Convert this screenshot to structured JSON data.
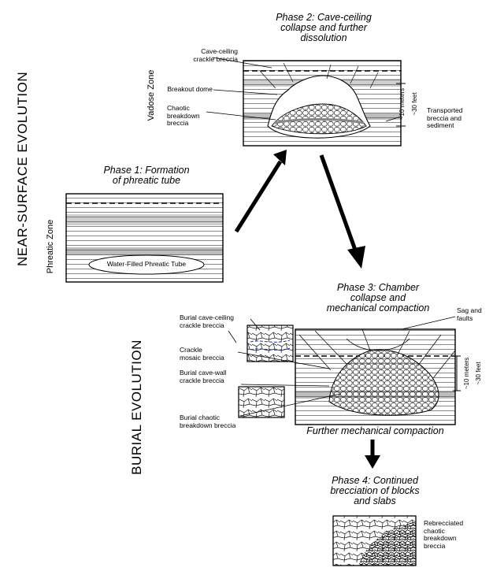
{
  "side_titles": {
    "near_surface": "NEAR-SURFACE EVOLUTION",
    "burial": "BURIAL EVOLUTION"
  },
  "zones": {
    "vadose": "Vadose Zone",
    "phreatic": "Phreatic Zone"
  },
  "phase1": {
    "title": "Phase 1: Formation\nof phreatic tube",
    "tube_label": "Water-Filled Phreatic Tube"
  },
  "phase2": {
    "title": "Phase 2: Cave-ceiling\ncollapse and further\ndissolution",
    "labels": {
      "crackle": "Cave-ceiling\ncrackle breccia",
      "dome": "Breakout dome",
      "chaotic": "Chaotic\nbreakdown\nbreccia",
      "transported": "Transported\nbreccia and\nsediment"
    },
    "scale_m": "~10 meters",
    "scale_ft": "~30 feet"
  },
  "phase3": {
    "title": "Phase 3: Chamber\ncollapse and\nmechanical compaction",
    "labels": {
      "burial_ceiling": "Burial cave-ceiling\ncrackle breccia",
      "mosaic": "Crackle\nmosaic breccia",
      "cave_wall": "Burial cave-wall\ncrackle breccia",
      "chaotic": "Burial chaotic\nbreakdown breccia",
      "sag": "Sag and\nfaults"
    },
    "scale_m": "~10 meters",
    "scale_ft": "~30 feet",
    "caption": "Further mechanical compaction"
  },
  "phase4": {
    "title": "Phase 4: Continued\nbrecciation of blocks\nand slabs",
    "label": "Rebrecciated\nchaotic\nbreakdown\nbreccia"
  }
}
